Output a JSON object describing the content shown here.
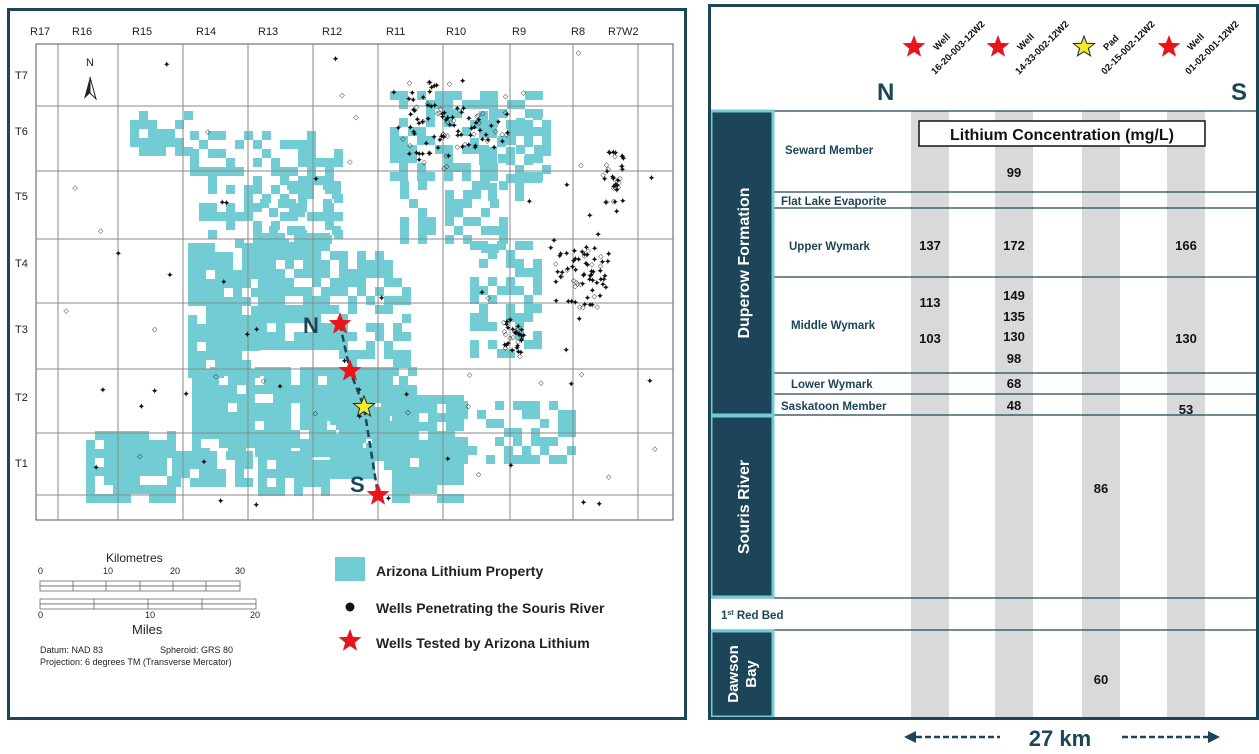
{
  "map": {
    "ranges": [
      "R17",
      "R16",
      "R15",
      "R14",
      "R13",
      "R12",
      "R11",
      "R10",
      "R9",
      "R8",
      "R7W2"
    ],
    "townships": [
      "T7",
      "T6",
      "T5",
      "T4",
      "T3",
      "T2",
      "T1"
    ],
    "north_arrow": "N",
    "label_n": "N",
    "label_s": "S",
    "property_color": "#72ccd3",
    "well_tested_color": "#e8161c",
    "pad_color": "#f2ec2c"
  },
  "scale": {
    "km_title": "Kilometres",
    "km_ticks": [
      "0",
      "10",
      "20",
      "30"
    ],
    "mi_ticks": [
      "0",
      "10",
      "20"
    ],
    "mi_title": "Miles",
    "datum": "Datum: NAD 83",
    "spheroid": "Spheroid: GRS 80",
    "projection": "Projection: 6 degrees TM (Transverse Mercator)"
  },
  "legend": {
    "property": "Arizona Lithium Property",
    "wells_penetrating": "Wells Penetrating the Souris River",
    "wells_tested": "Wells Tested by Arizona Lithium"
  },
  "section": {
    "north": "N",
    "south": "S",
    "columns": [
      {
        "type": "Well",
        "id": "16-20-003-12W2",
        "marker": "red-star"
      },
      {
        "type": "Well",
        "id": "14-33-002-12W2",
        "marker": "red-star"
      },
      {
        "type": "Pad",
        "id": "02-15-002-12W2",
        "marker": "yellow-star"
      },
      {
        "type": "Well",
        "id": "01-02-001-12W2",
        "marker": "red-star"
      }
    ],
    "title_box": "Lithium Concentration (mg/L)",
    "formations": {
      "duperow": "Duperow Formation",
      "souris": "Souris River",
      "red_bed_sup": "st",
      "red_bed": "1",
      "red_bed_rest": " Red Bed",
      "dawson_line1": "Dawson",
      "dawson_line2": "Bay"
    },
    "members": {
      "seward": "Seward Member",
      "flat_lake": "Flat Lake Evaporite",
      "upper_wymark": "Upper Wymark",
      "middle_wymark": "Middle Wymark",
      "lower_wymark": "Lower Wymark",
      "saskatoon": "Saskatoon Member"
    },
    "values": {
      "seward_c2": "99",
      "upper_c1": "137",
      "upper_c2": "172",
      "upper_c4": "166",
      "middle_c1a": "113",
      "middle_c1b": "103",
      "middle_c2a": "149",
      "middle_c2b": "135",
      "middle_c2c": "130",
      "middle_c2d": "98",
      "middle_c4": "130",
      "lower_c2": "68",
      "saskatoon_c2": "48",
      "saskatoon_c4": "53",
      "souris_c3": "86",
      "dawson_c3": "60"
    },
    "distance": "27 km",
    "theme_color": "#1d4559",
    "column_color": "#d9d9d9"
  }
}
